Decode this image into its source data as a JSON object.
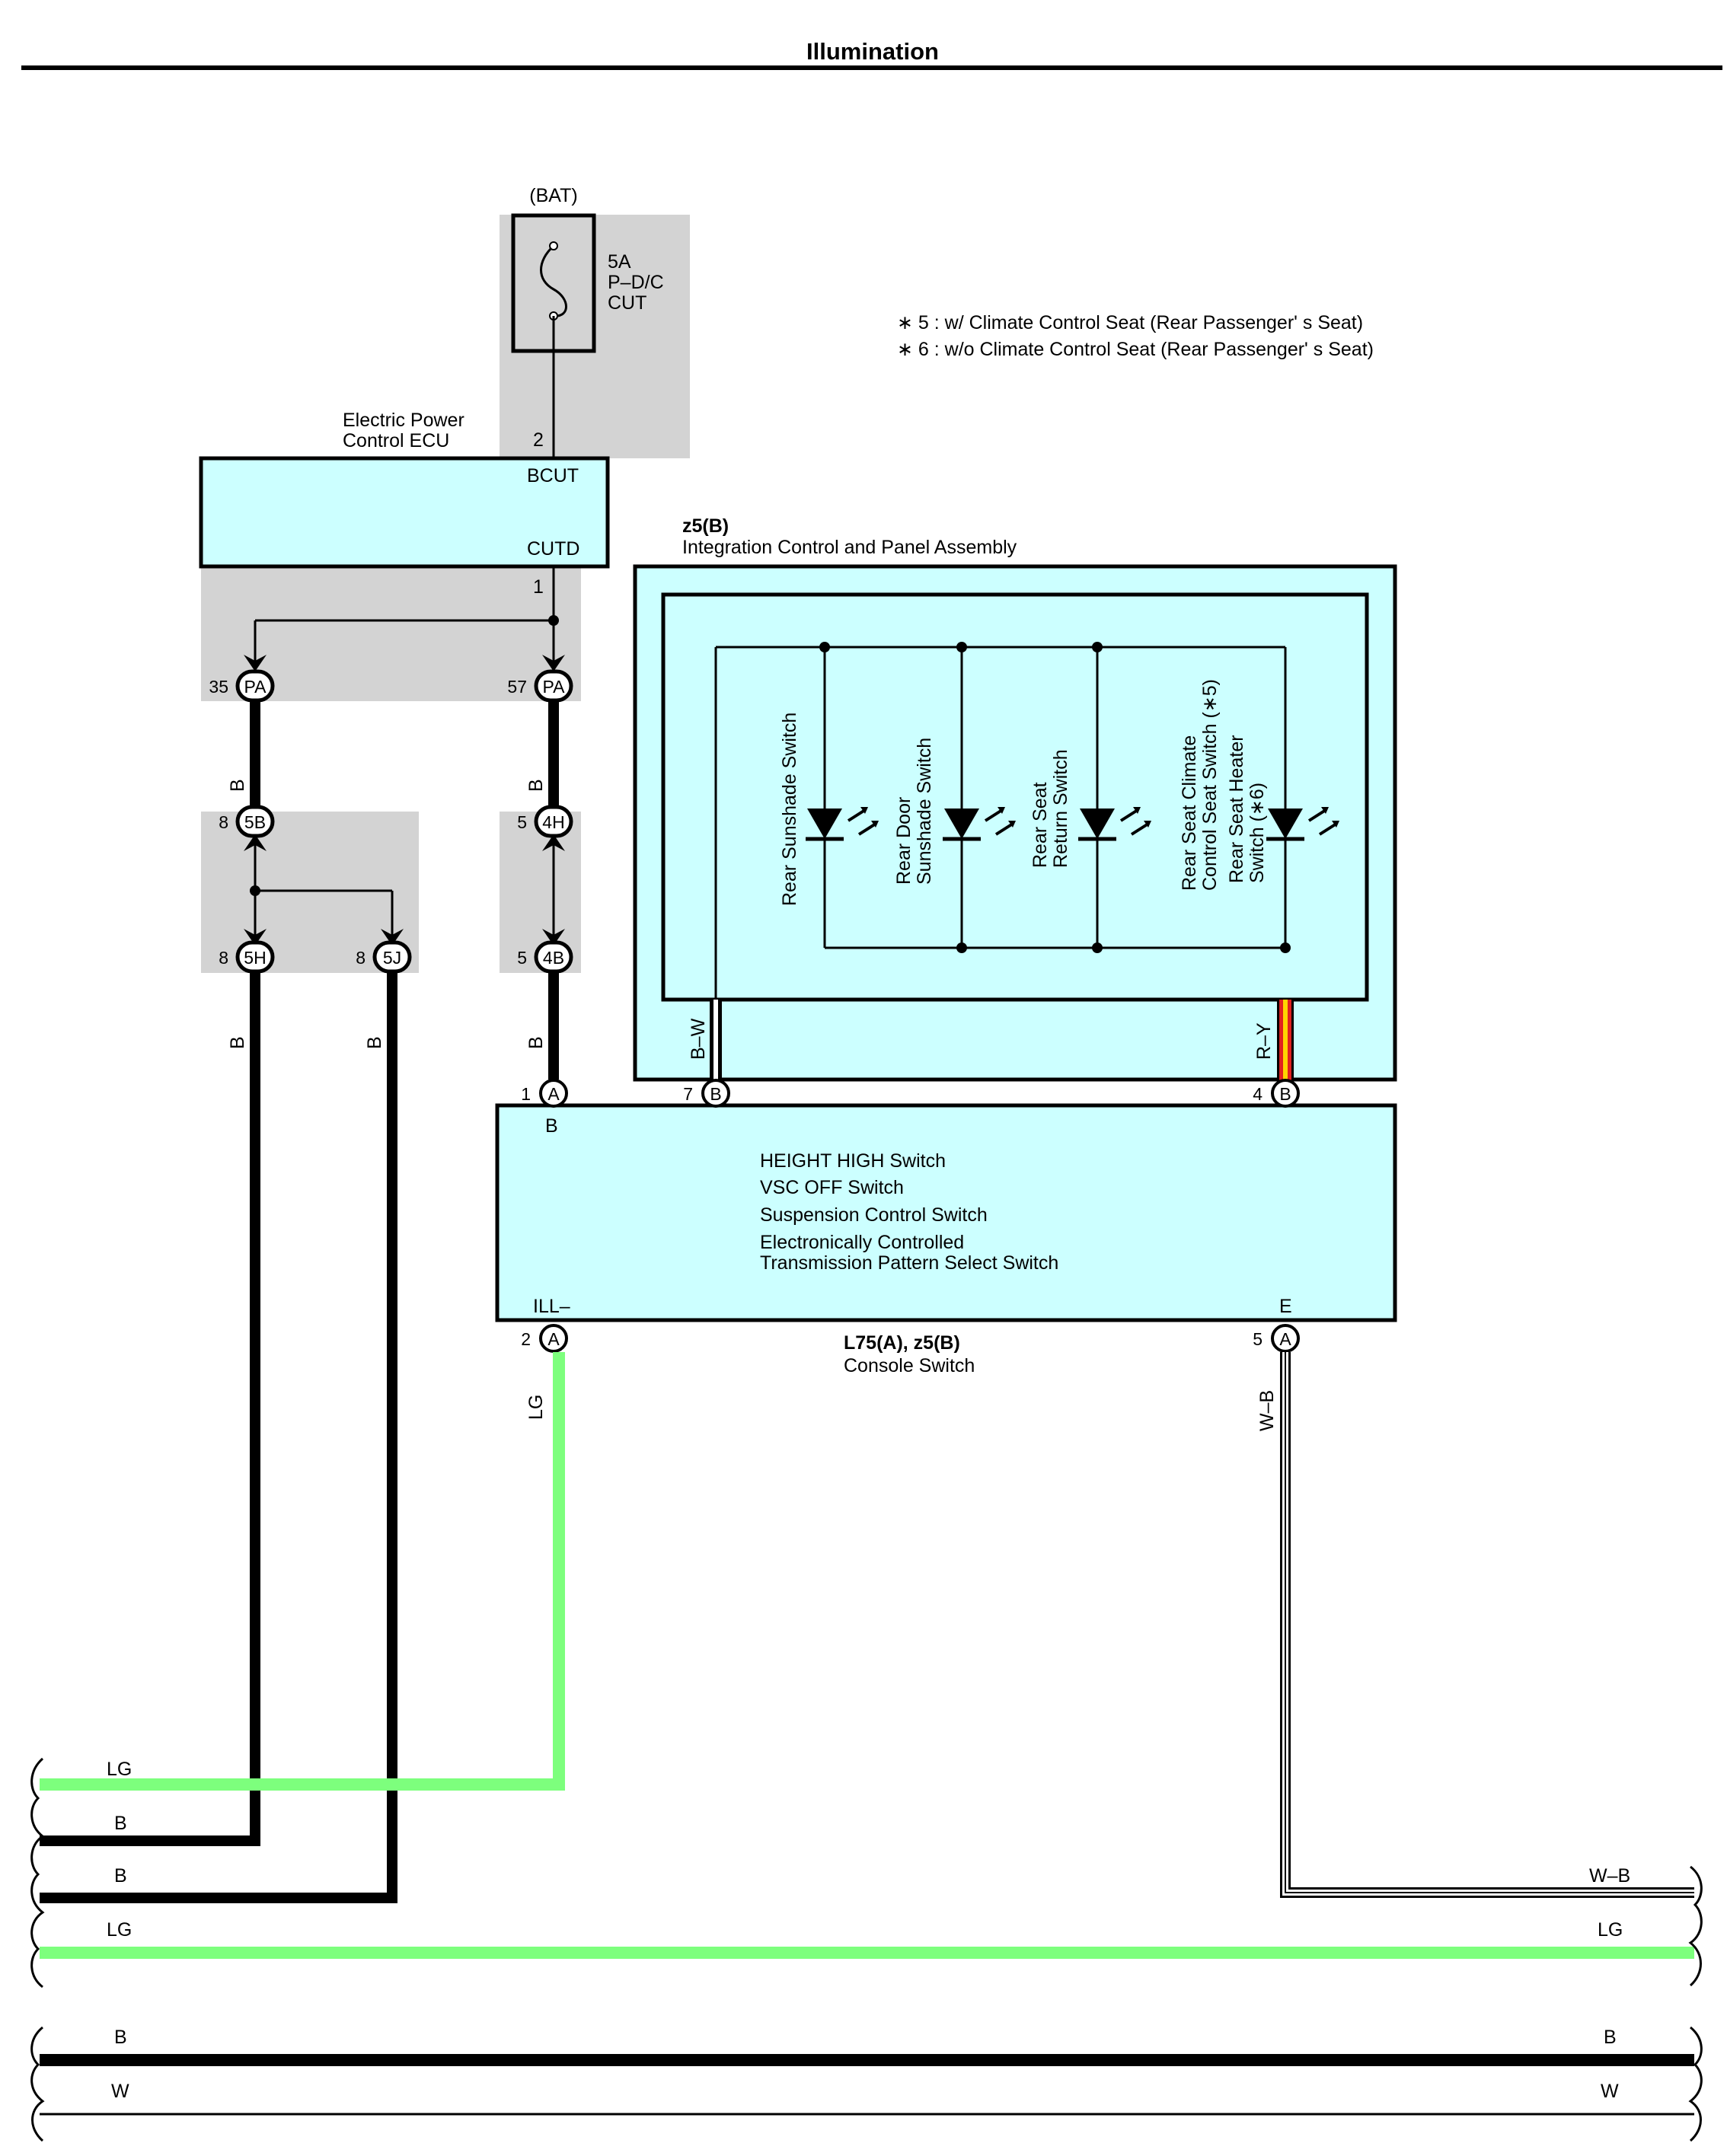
{
  "title": "Illumination",
  "notes": [
    "∗ 5 : w/ Climate Control Seat  (Rear Passenger' s Seat)",
    "∗ 6 : w/o Climate Control Seat  (Rear Passenger' s Seat)"
  ],
  "fuse": {
    "source": "(BAT)",
    "rating": "5A",
    "name_line1": "P–D/C",
    "name_line2": "CUT",
    "pin": "2"
  },
  "ecu": {
    "name_line1": "Electric Power",
    "name_line2": "Control ECU",
    "term_in": "BCUT",
    "term_out": "CUTD",
    "pin_out": "1"
  },
  "connectors": {
    "pa_left": {
      "pin": "35",
      "code": "PA"
    },
    "pa_right": {
      "pin": "57",
      "code": "PA"
    },
    "c5b": {
      "pin": "8",
      "code": "5B"
    },
    "c4h": {
      "pin": "5",
      "code": "4H"
    },
    "c5h": {
      "pin": "8",
      "code": "5H"
    },
    "c5j": {
      "pin": "8",
      "code": "5J"
    },
    "c4b": {
      "pin": "5",
      "code": "4B"
    }
  },
  "integration": {
    "code": "z5(B)",
    "name": "Integration Control  and Panel Assembly",
    "switches": [
      {
        "line1": "Rear Sunshade Switch",
        "line2": "",
        "line3": ""
      },
      {
        "line1": "Rear Door",
        "line2": "Sunshade Switch",
        "line3": ""
      },
      {
        "line1": "Rear Seat",
        "line2": "Return Switch",
        "line3": ""
      },
      {
        "line1": "Rear Seat Climate",
        "line2": "Control Seat Switch (∗5)",
        "line3": "Rear Seat Heater",
        "line4": "Switch (∗6)"
      }
    ]
  },
  "console": {
    "code": "L75(A), z5(B)",
    "name": "Console Switch",
    "functions": [
      "HEIGHT HIGH Switch",
      "VSC OFF Switch",
      "Suspension Control Switch",
      "Electronically Controlled",
      "Transmission Pattern Select Switch"
    ],
    "term_b": "B",
    "term_ill": "ILL–",
    "term_e": "E",
    "pins": {
      "p1": {
        "pin": "1",
        "conn": "A"
      },
      "p7": {
        "pin": "7",
        "conn": "B"
      },
      "p4": {
        "pin": "4",
        "conn": "B"
      },
      "p2": {
        "pin": "2",
        "conn": "A"
      },
      "p5": {
        "pin": "5",
        "conn": "A"
      }
    }
  },
  "wire_labels": {
    "b": "B",
    "bw": "B–W",
    "ry": "R–Y",
    "lg": "LG",
    "wb": "W–B",
    "w": "W"
  },
  "colors": {
    "wire_black": "#000000",
    "wire_lg": "#7dff7d",
    "wire_r": "#e02020",
    "wire_y": "#ffd400",
    "box_fill": "#ccffff",
    "shade": "#d3d3d3"
  }
}
